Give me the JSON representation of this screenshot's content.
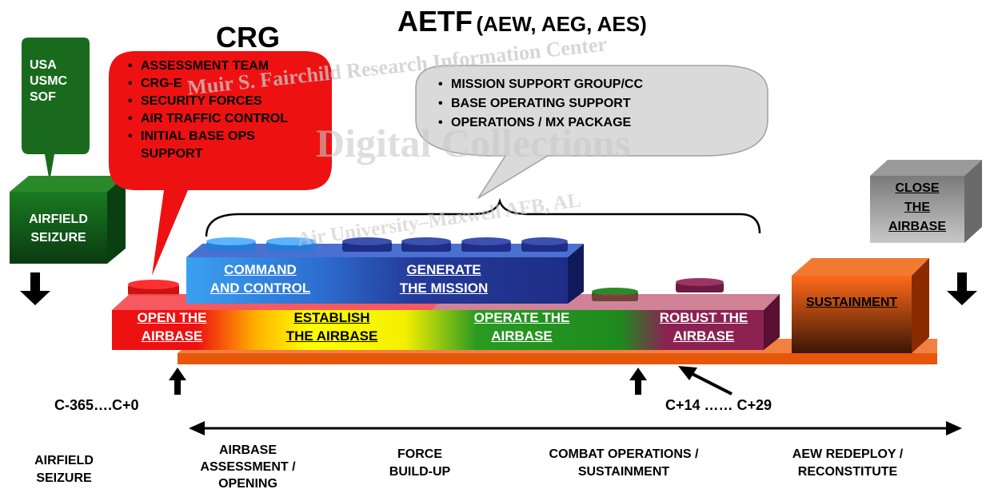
{
  "watermark": {
    "line1": "Muir S. Fairchild Research Information Center",
    "line2": "Digital Collections",
    "line3": "Air University–Maxwell AFB, AL"
  },
  "headings": {
    "crg": "CRG",
    "aetf_main": "AETF",
    "aetf_sub": "(AEW, AEG, AES)"
  },
  "callouts": {
    "forces": [
      "USA",
      "USMC",
      "SOF"
    ],
    "crg_items": [
      "ASSESSMENT TEAM",
      "CRG-E",
      "SECURITY FORCES",
      "AIR TRAFFIC CONTROL",
      "INITIAL BASE OPS SUPPORT"
    ],
    "aetf_items": [
      "MISSION SUPPORT GROUP/CC",
      "BASE OPERATING SUPPORT",
      "OPERATIONS / MX PACKAGE"
    ]
  },
  "boxes": {
    "airfield_seizure": [
      "AIRFIELD",
      "SEIZURE"
    ],
    "close_airbase": [
      "CLOSE",
      "THE",
      "AIRBASE"
    ],
    "sustainment": "SUSTAINMENT"
  },
  "bricks": {
    "command": [
      "COMMAND",
      "AND CONTROL"
    ],
    "generate": [
      "GENERATE",
      "THE MISSION"
    ],
    "open": [
      "OPEN THE",
      "AIRBASE"
    ],
    "establish": [
      "ESTABLISH",
      "THE AIRBASE"
    ],
    "operate": [
      "OPERATE THE",
      "AIRBASE"
    ],
    "robust": [
      "ROBUST THE",
      "AIRBASE"
    ]
  },
  "timeline": {
    "start": "C-365….C+0",
    "end": "C+14 …… C+29"
  },
  "phases": {
    "airfield": [
      "AIRFIELD",
      "SEIZURE"
    ],
    "assessment": [
      "AIRBASE",
      "ASSESSMENT /",
      "OPENING"
    ],
    "buildup": [
      "FORCE",
      "BUILD-UP"
    ],
    "combat": [
      "COMBAT OPERATIONS /",
      "SUSTAINMENT"
    ],
    "redeploy": [
      "AEW REDEPLOY /",
      "RECONSTITUTE"
    ]
  },
  "colors": {
    "red": "#ee1111",
    "green_dark": "#0e4d14",
    "blue": "#3399ee",
    "navy": "#1e2e88",
    "yellow": "#ffff00",
    "green": "#1e8a1e",
    "maroon": "#8b2252",
    "orange": "#e8560c",
    "gray": "#8c8c8c"
  }
}
